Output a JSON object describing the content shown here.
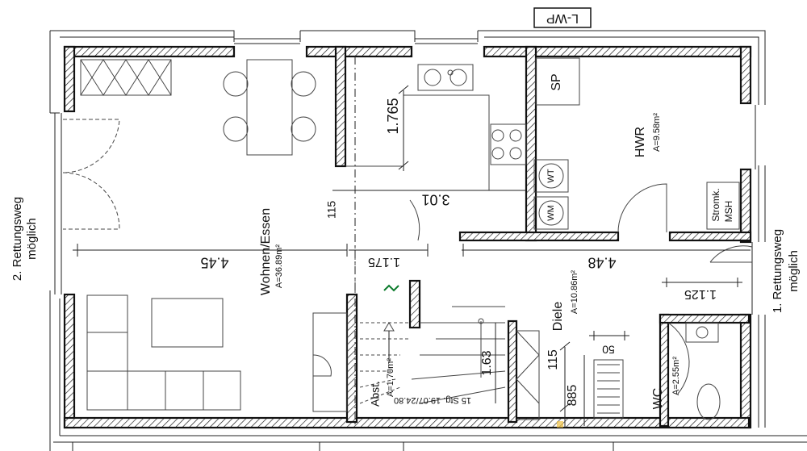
{
  "plan": {
    "stamp": "L-WP",
    "rooms": {
      "wohnen": {
        "name": "Wohnen/Essen",
        "area": "A=36.89m²"
      },
      "hwr": {
        "name": "HWR",
        "area": "A=9.58m²"
      },
      "diele": {
        "name": "Diele",
        "area": "A=10.86m²"
      },
      "wc": {
        "name": "WC",
        "area": "A=2.55m²"
      },
      "abst": {
        "name": "Abst.",
        "area": "A=1.70m²"
      }
    },
    "fixtures": {
      "sp": "SP",
      "wt": "WT",
      "wm": "WM",
      "stromk": "Stromk.",
      "msh": "MSH"
    },
    "notes": {
      "rettung_left_1": "2. Rettungsweg",
      "rettung_left_2": "möglich",
      "rettung_right_1": "1. Rettungsweg",
      "rettung_right_2": "möglich",
      "stair": "15 Stg. 19.07/24.80"
    },
    "dims": {
      "d1765": "1.765",
      "d301": "3.01",
      "d115a": "115",
      "d445": "4.45",
      "d1175": "1.175",
      "d448": "4.48",
      "d1125": "1.125",
      "d50": "50",
      "d163": "1.63",
      "d885": "885",
      "d115b": "115"
    }
  }
}
